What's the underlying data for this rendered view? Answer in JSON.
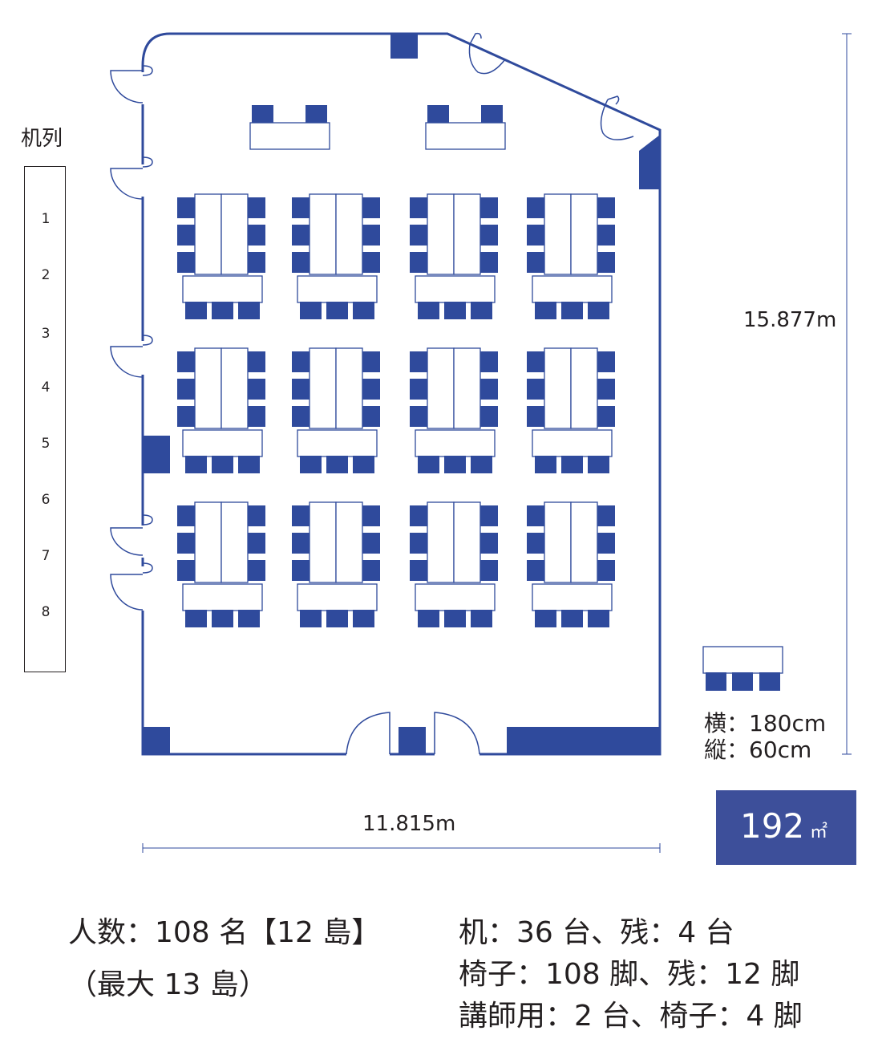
{
  "column_panel": {
    "title": "机列",
    "numbers": [
      "1",
      "2",
      "3",
      "4",
      "5",
      "6",
      "7",
      "8"
    ]
  },
  "dimensions": {
    "vertical": "15.877m",
    "horizontal": "11.815m"
  },
  "desk_size": {
    "width": "横：180cm",
    "depth": "縦：60cm"
  },
  "area": {
    "value": "192",
    "unit": "㎡"
  },
  "summary": {
    "people": "人数：108 名【12 島】",
    "max": "（最大 13 島）",
    "desks": "机：36 台、残：4 台",
    "chairs": "椅子：108 脚、残：12 脚",
    "lectern": "講師用：2 台、椅子：4 脚"
  },
  "colors": {
    "accent": "#3d4f9a",
    "wall": "#2f4a9c",
    "text": "#231f20"
  },
  "layout": {
    "islands": 12,
    "desks_per_island": 3,
    "chairs_per_island": 9,
    "lecturer_desks": 2,
    "lecturer_chairs": 4,
    "spare_desks": 4,
    "spare_chairs": 12
  }
}
